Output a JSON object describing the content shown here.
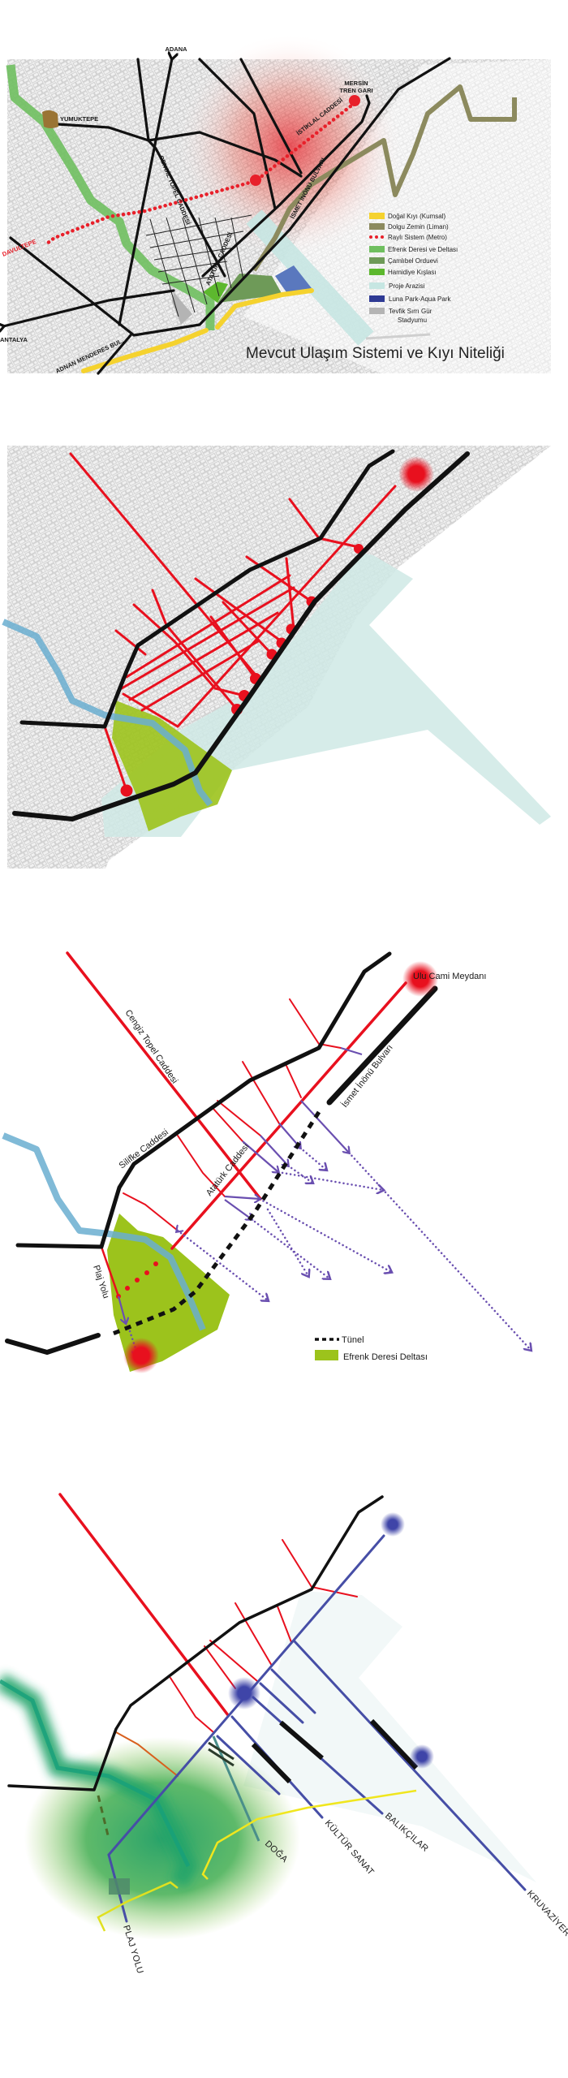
{
  "panel1": {
    "title": "Mevcut Ulaşım Sistemi ve Kıyı Niteliği",
    "places": {
      "adana": "ADANA",
      "yumuktepe": "YUMUKTEPE",
      "mersin_line1": "MERSİN",
      "mersin_line2": "TREN GARI",
      "davultepe": "DAVULTEPE",
      "antalya": "ANTALYA"
    },
    "streets": {
      "istiklal": "İSTİKLAL CADDESİ",
      "cengiz_topel": "CENGİZ TOPEL CADDESİ",
      "ismet_inonu": "İSMET İNÖNÜ BULVARI",
      "ataturk": "ATATÜRK CADDESİ",
      "adnan_menderes": "ADNAN MENDERES BUL."
    },
    "legend": [
      {
        "label": "Doğal Kıyı (Kumsal)",
        "color": "#f5d22e"
      },
      {
        "label": "Dolgu Zemin (Liman)",
        "color": "#8c8a5e"
      },
      {
        "label": "Raylı Sistem (Metro)",
        "color": "#e8202a"
      },
      {
        "label": "Efrenk Deresi ve Deltası",
        "color": "#6fbf5f"
      },
      {
        "label": "Çamlıbel Orduevi",
        "color": "#6e9a58"
      },
      {
        "label": "Hamidiye Kışlası",
        "color": "#5db82e"
      },
      {
        "label": "Proje Arazisi",
        "color": "#c6e6e2"
      },
      {
        "label": "Luna Park-Aqua Park",
        "color": "#2e3a94"
      },
      {
        "label": "Tevfik Sırrı Gür",
        "label_line2": "Stadyumu",
        "color": "#b4b4b4"
      }
    ]
  },
  "panel3": {
    "places": {
      "ulu_cami": "Ulu Cami Meydanı"
    },
    "streets": {
      "cengiz_topel": "Cengiz Topel Caddesi",
      "silifke": "Silifke Caddesi",
      "ataturk": "Atatürk Caddesi",
      "ismet_inonu": "İsmet İnönü Bulvarı",
      "plaj_yolu": "Plaj Yolu"
    },
    "legend": [
      {
        "label": "Tünel",
        "color": "#111111"
      },
      {
        "label": "Efrenk Deresi Deltası",
        "color": "#9cc31c"
      }
    ]
  },
  "panel4": {
    "axes": {
      "doga": "DOĞA",
      "kultur_sanat": "KÜLTÜR SANAT",
      "balikcilar": "BALIKÇILAR",
      "kruvaziyer": "KRUVAZİYER",
      "plaj_yolu": "PLAJ YOLU"
    },
    "colors": {
      "axis_blue": "#464ea6",
      "green_zone": "#3aa860",
      "yellow_path": "#f0e61e"
    }
  },
  "colors": {
    "road": "#111111",
    "street_red": "#e8101e",
    "project_area": "#cfe9e5",
    "delta_green": "#9cc31c",
    "river_blue": "#6aaed0"
  }
}
